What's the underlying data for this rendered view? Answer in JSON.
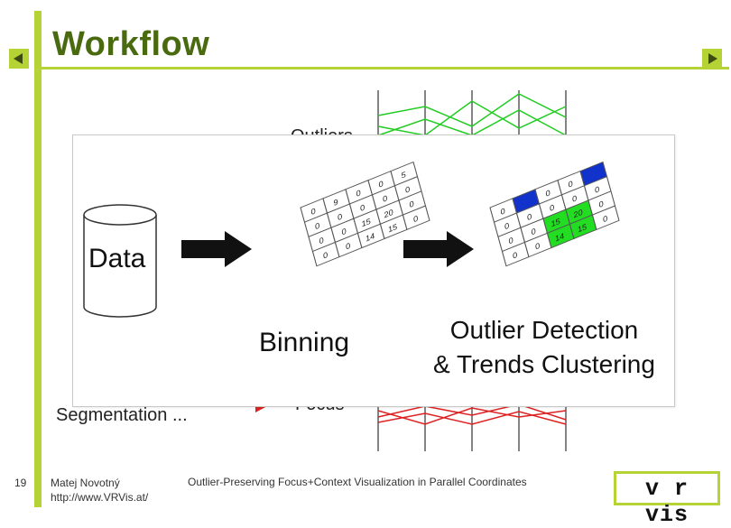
{
  "slide": {
    "title": "Workflow",
    "number": "19",
    "author": "Matej Novotný",
    "url": "http://www.VRVis.at/",
    "footer_title": "Outlier-Preserving Focus+Context Visualization in Parallel Coordinates",
    "logo": "v r vis"
  },
  "background": {
    "outliers_label": "Outliers",
    "segmentation_label": "Segmentation ...",
    "focus_label": "Focus"
  },
  "popup": {
    "data_label": "Data",
    "binning_label": "Binning",
    "detection_line1": "Outlier Detection",
    "detection_line2": "& Trends Clustering"
  },
  "colors": {
    "accent": "#b5d334",
    "title": "#4a6a10",
    "outlier_green": "#22cc22",
    "focus_red": "#dd2222",
    "bin_blue": "#1133cc",
    "bin_green": "#22dd22"
  },
  "icons": {
    "nav_prev": "triangle-left-icon",
    "nav_next": "triangle-right-icon",
    "database": "cylinder-icon",
    "arrow": "arrow-right-icon"
  }
}
